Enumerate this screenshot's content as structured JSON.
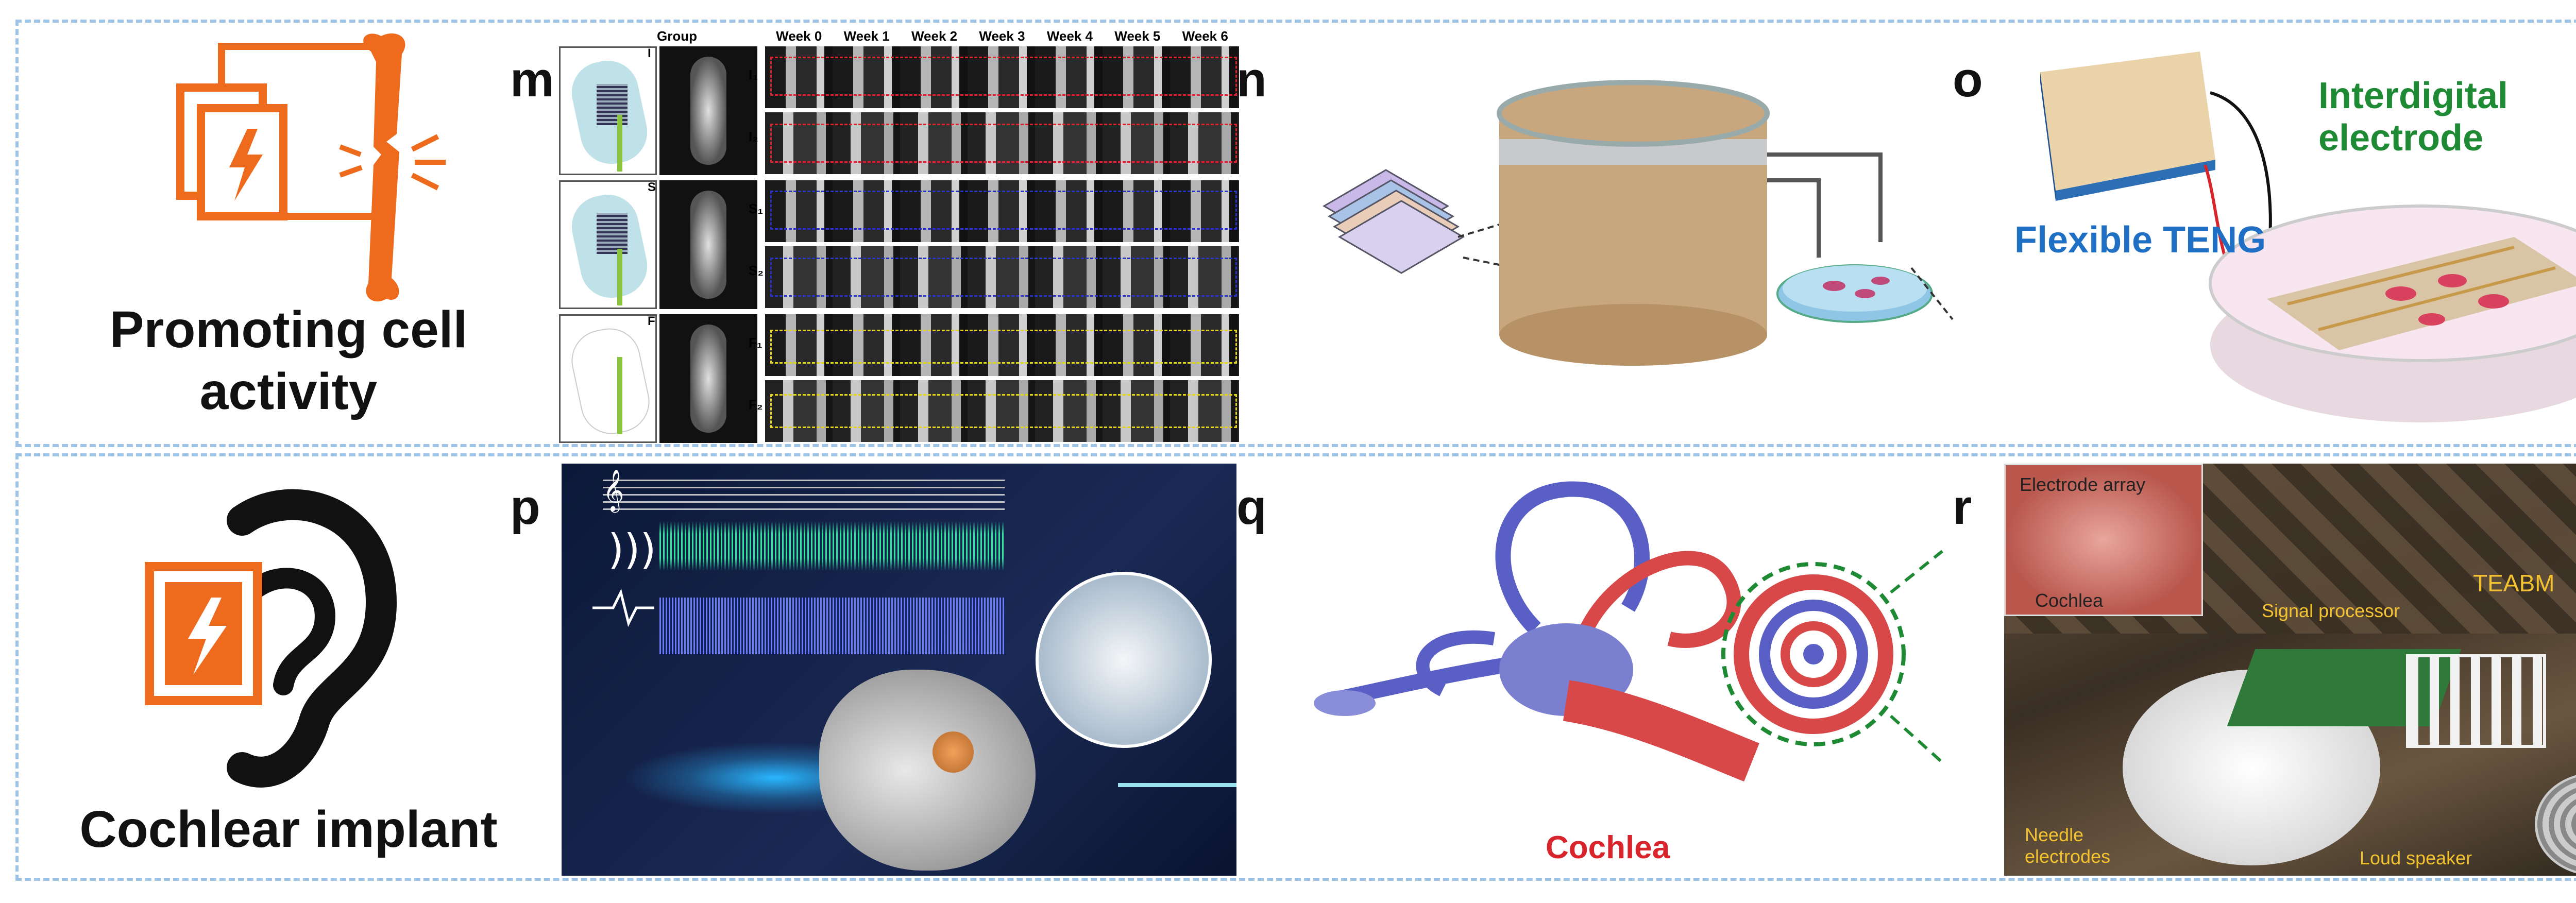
{
  "rows": [
    {
      "category_lines": [
        "Promoting cell",
        "activity"
      ],
      "panels": {
        "m": {
          "letter": "m",
          "group_header": "Group",
          "weeks": [
            "Week 0",
            "Week 1",
            "Week 2",
            "Week 3",
            "Week 4",
            "Week 5",
            "Week 6"
          ],
          "groups": [
            {
              "code": "I",
              "rows": [
                "I₁",
                "I₂"
              ],
              "color": "#e0202a"
            },
            {
              "code": "S",
              "rows": [
                "S₁",
                "S₂"
              ],
              "color": "#2a33c8"
            },
            {
              "code": "F",
              "rows": [
                "F₁",
                "F₂"
              ],
              "color": "#e5d51a"
            }
          ]
        },
        "n": {
          "letter": "n"
        },
        "o": {
          "letter": "o",
          "label_electrode": "Interdigital electrode",
          "label_teng": "Flexible TENG"
        }
      }
    },
    {
      "category_text": "Cochlear implant",
      "panels": {
        "p": {
          "letter": "p"
        },
        "q": {
          "letter": "q",
          "caption": "Cochlea"
        },
        "r": {
          "letter": "r",
          "labels": {
            "electrode_array": "Electrode array",
            "cochlea": "Cochlea",
            "signal_processor": "Signal processor",
            "teabm": "TEABM",
            "needle_line1": "Needle",
            "needle_line2": "electrodes",
            "loud_speaker": "Loud speaker"
          }
        }
      }
    }
  ],
  "colors": {
    "accent_orange": "#ee6a1c",
    "dashed_border": "#9dc3e6",
    "electrode_green": "#1f8a34",
    "teng_blue": "#1f6fc4",
    "cochlea_red": "#d8252c",
    "annotation_yellow": "#f2c230"
  }
}
